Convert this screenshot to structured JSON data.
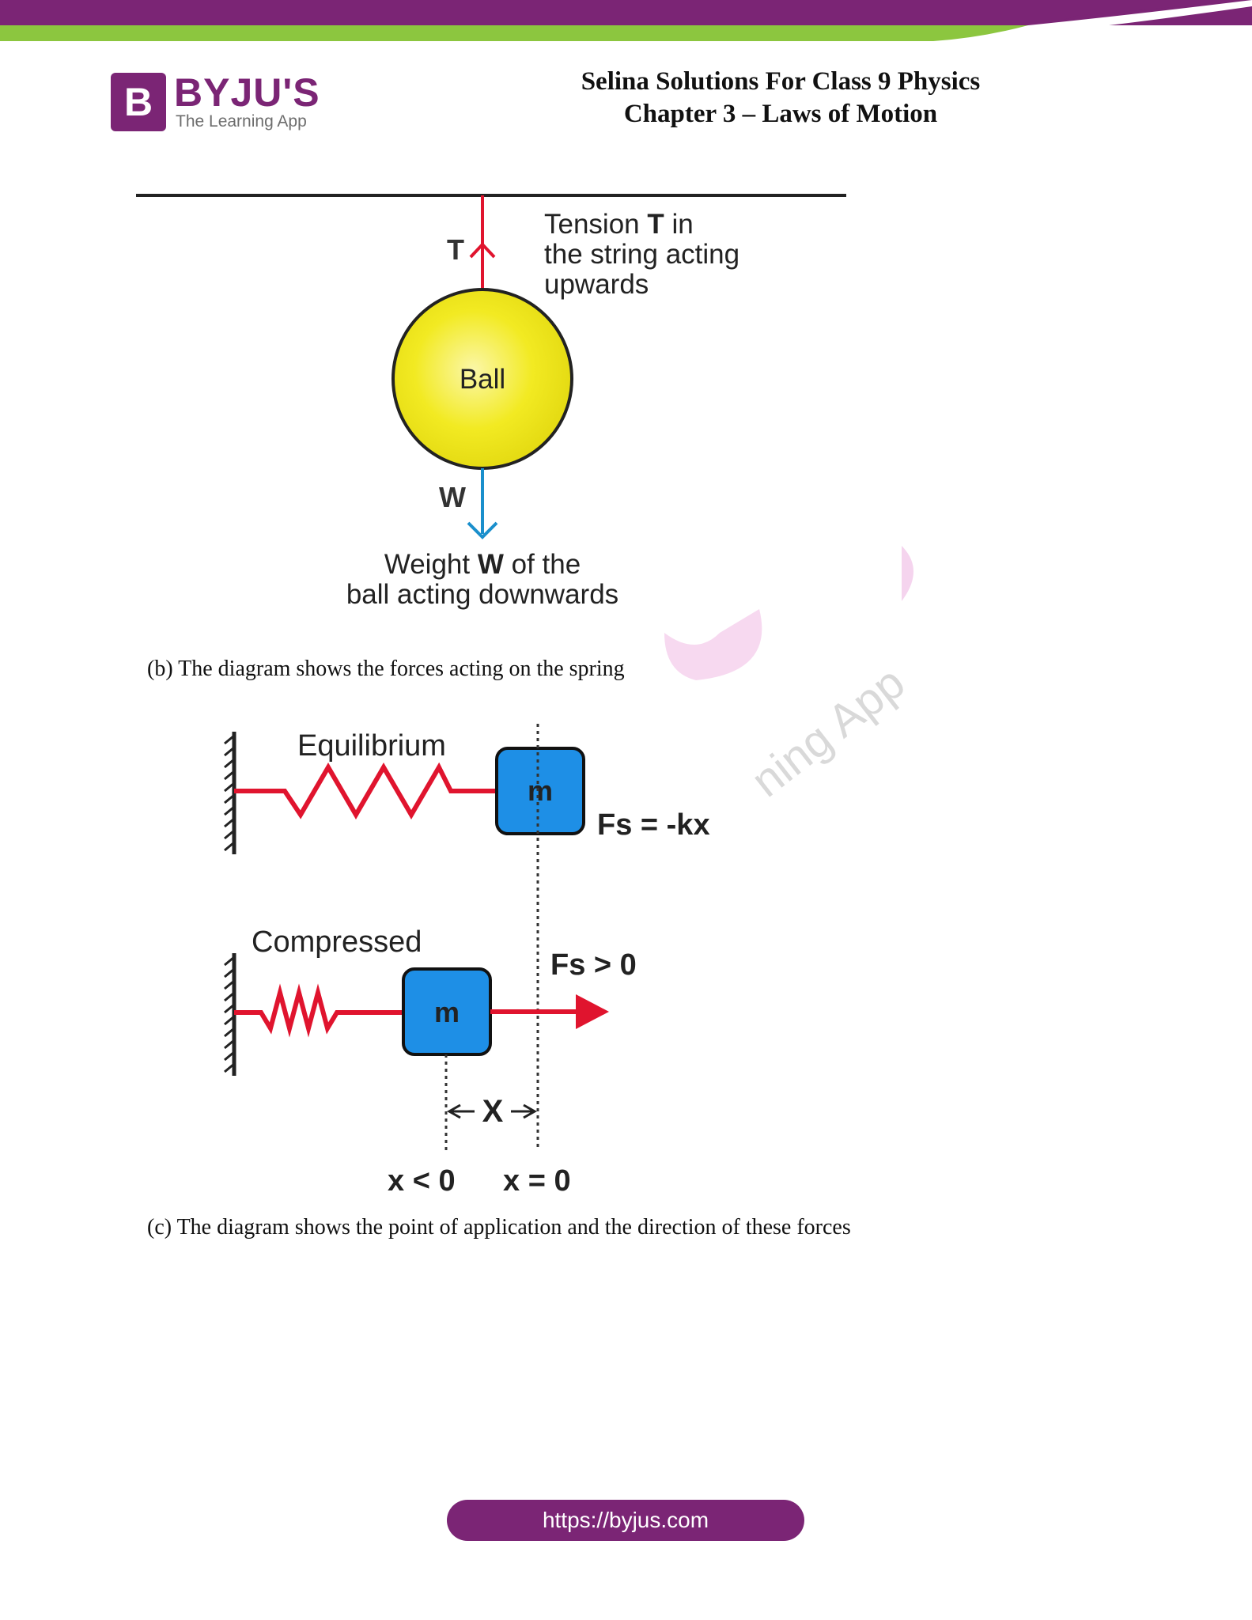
{
  "header": {
    "logo_text": "BYJU'S",
    "logo_tagline": "The Learning App",
    "title_line1": "Selina Solutions For Class 9 Physics",
    "title_line2": "Chapter 3 – Laws of Motion"
  },
  "ball_diagram": {
    "tension_symbol": "T",
    "tension_label_line1_pre": "Tension ",
    "tension_label_line1_bold": "T",
    "tension_label_line1_post": " in",
    "tension_label_line2": "the string acting",
    "tension_label_line3": "upwards",
    "ball_label": "Ball",
    "weight_symbol": "W",
    "weight_label_line1_pre": "Weight ",
    "weight_label_line1_bold": "W",
    "weight_label_line1_post": " of the",
    "weight_label_line2": "ball acting downwards"
  },
  "captions": {
    "b": "(b) The diagram shows the forces acting on the spring",
    "c": "(c) The diagram shows the point of application and the direction of these forces"
  },
  "spring_diagram": {
    "equilibrium_label": "Equilibrium",
    "mass_label": "m",
    "force_eq": "Fs = -kx",
    "compressed_label": "Compressed",
    "force_comp": "Fs > 0",
    "displacement_label": "X",
    "x_neg": "x < 0",
    "x_zero": "x = 0"
  },
  "watermark_text": "ning App",
  "footer": {
    "url": "https://byjus.com"
  },
  "colors": {
    "brand_purple": "#7b2575",
    "brand_green": "#8cc63f",
    "force_red": "#e0142e",
    "weight_blue": "#1a8fcc",
    "ball_yellow": "#f0ea22",
    "mass_blue": "#1e8fe6"
  }
}
